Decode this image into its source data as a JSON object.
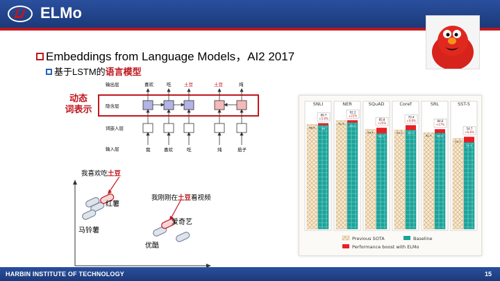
{
  "header": {
    "title": "ELMo"
  },
  "bullets": {
    "main": "Embeddings from Language Models，AI2 2017",
    "sub_prefix": "基于LSTM的",
    "sub_highlight": "语言模型"
  },
  "diagram": {
    "dynamic_label_line1": "动态",
    "dynamic_label_line2": "词表示",
    "row_labels": [
      "输出层",
      "隐含层",
      "词嵌入层",
      "输入层"
    ],
    "outputs": [
      "喜欢",
      "吃",
      "土豆",
      "土豆",
      "炖"
    ],
    "inputs": [
      "我",
      "喜欢",
      "吃",
      "炖",
      "茄子"
    ]
  },
  "examples": {
    "sentence1_prefix": "我喜欢吃",
    "sentence1_highlight": "土豆",
    "sentence2_prefix": "我刚刚在",
    "sentence2_highlight": "土豆",
    "sentence2_suffix": "看视频",
    "word_hongshu": "红薯",
    "word_malingshu": "马铃薯",
    "word_aiqiyi": "爱奇艺",
    "word_youku": "优酷"
  },
  "results": {
    "chart_data": {
      "type": "bar",
      "categories": [
        "SNLI",
        "NER",
        "SQuAD",
        "Coref",
        "SRL",
        "SST-5"
      ],
      "series": [
        {
          "name": "Previous SOTA",
          "values": [
            88.6,
            91.9,
            84.4,
            67.2,
            81.7,
            53.7
          ]
        },
        {
          "name": "Baseline",
          "values": [
            88.0,
            90.2,
            81.1,
            67.2,
            81.4,
            51.4
          ]
        },
        {
          "name": "Performance boost with ELMo",
          "values": [
            89.7,
            92.2,
            85.8,
            70.4,
            84.6,
            54.7
          ]
        }
      ],
      "annotations": [
        "89.7 +5.8%",
        "92.2 +21%",
        "85.8 +25%",
        "70.4 +9.8%",
        "84.6 +17%",
        "54.7 +6.8%"
      ],
      "legend": [
        "Previous SOTA",
        "Baseline",
        "Performance boost with ELMo"
      ]
    }
  },
  "footer": {
    "institute": "HARBIN INSTITUTE OF TECHNOLOGY",
    "page": "15"
  }
}
